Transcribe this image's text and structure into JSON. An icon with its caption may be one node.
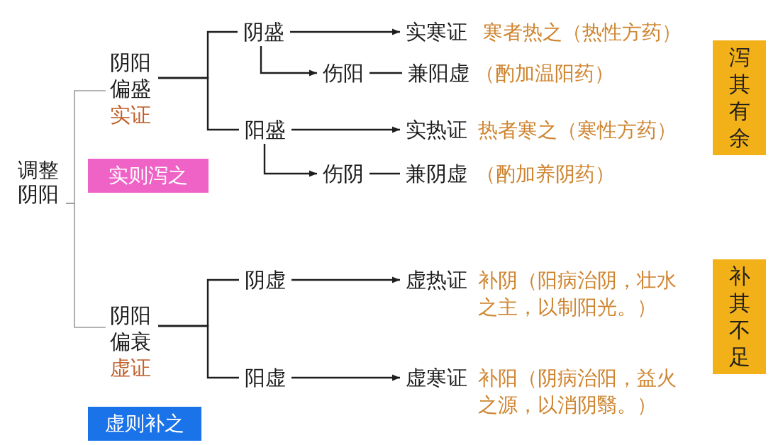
{
  "diagram": {
    "nodes": [
      {
        "text": [
          "调整阴阳"
        ]
      },
      {
        "text": [
          "阴阳偏盛",
          "实证"
        ]
      },
      {
        "text": [
          "阴盛"
        ]
      },
      {
        "text": [
          "实寒证"
        ],
        "beside": [
          "寒者热之（热性方药）"
        ]
      },
      {
        "text": [
          "伤阳"
        ]
      },
      {
        "text": [
          "兼阳虚"
        ],
        "beside": [
          "（酌加温阳药）"
        ]
      },
      {
        "text": [
          "阳盛"
        ]
      },
      {
        "text": [
          "实热证"
        ],
        "beside": [
          "热者寒之（寒性方药）"
        ]
      },
      {
        "text": [
          "伤阴"
        ]
      },
      {
        "text": [
          "兼阴虚"
        ],
        "beside": [
          "（酌加养阴药）"
        ]
      },
      {
        "text": [
          "泻其有余"
        ]
      },
      {
        "text": [
          "实则泻之"
        ]
      },
      {
        "text": [
          "阴阳偏衰",
          "虚证"
        ]
      },
      {
        "text": [
          "阴虚"
        ]
      },
      {
        "text": [
          "虚热证"
        ],
        "beside": [
          "补阴（阳病治阴，壮水之主，以制阳光。）"
        ]
      },
      {
        "text": [
          "阳虚"
        ]
      },
      {
        "text": [
          "虚寒证"
        ],
        "beside": [
          "补阳（阴病治阳，益火之源，以消阴翳。）"
        ]
      },
      {
        "text": [
          "补其不足"
        ]
      },
      {
        "text": [
          "虚则补之"
        ]
      }
    ],
    "edges": [
      {
        "from": 0,
        "to": 1,
        "arrow": "none",
        "color": "#9a9a9a"
      },
      {
        "from": 0,
        "to": 12,
        "arrow": "none",
        "color": "#9a9a9a"
      },
      {
        "from": 1,
        "to": 2,
        "arrow": "none"
      },
      {
        "from": 1,
        "to": 6,
        "arrow": "none"
      },
      {
        "from": 2,
        "to": 3,
        "arrow": "to"
      },
      {
        "from": 2,
        "to": 4,
        "arrow": "to"
      },
      {
        "from": 4,
        "to": 5,
        "arrow": "none"
      },
      {
        "from": 6,
        "to": 7,
        "arrow": "to"
      },
      {
        "from": 6,
        "to": 8,
        "arrow": "to"
      },
      {
        "from": 8,
        "to": 9,
        "arrow": "none"
      },
      {
        "from": 12,
        "to": 13,
        "arrow": "none"
      },
      {
        "from": 12,
        "to": 15,
        "arrow": "none"
      },
      {
        "from": 13,
        "to": 14,
        "arrow": "to"
      },
      {
        "from": 15,
        "to": 16,
        "arrow": "to"
      }
    ]
  }
}
